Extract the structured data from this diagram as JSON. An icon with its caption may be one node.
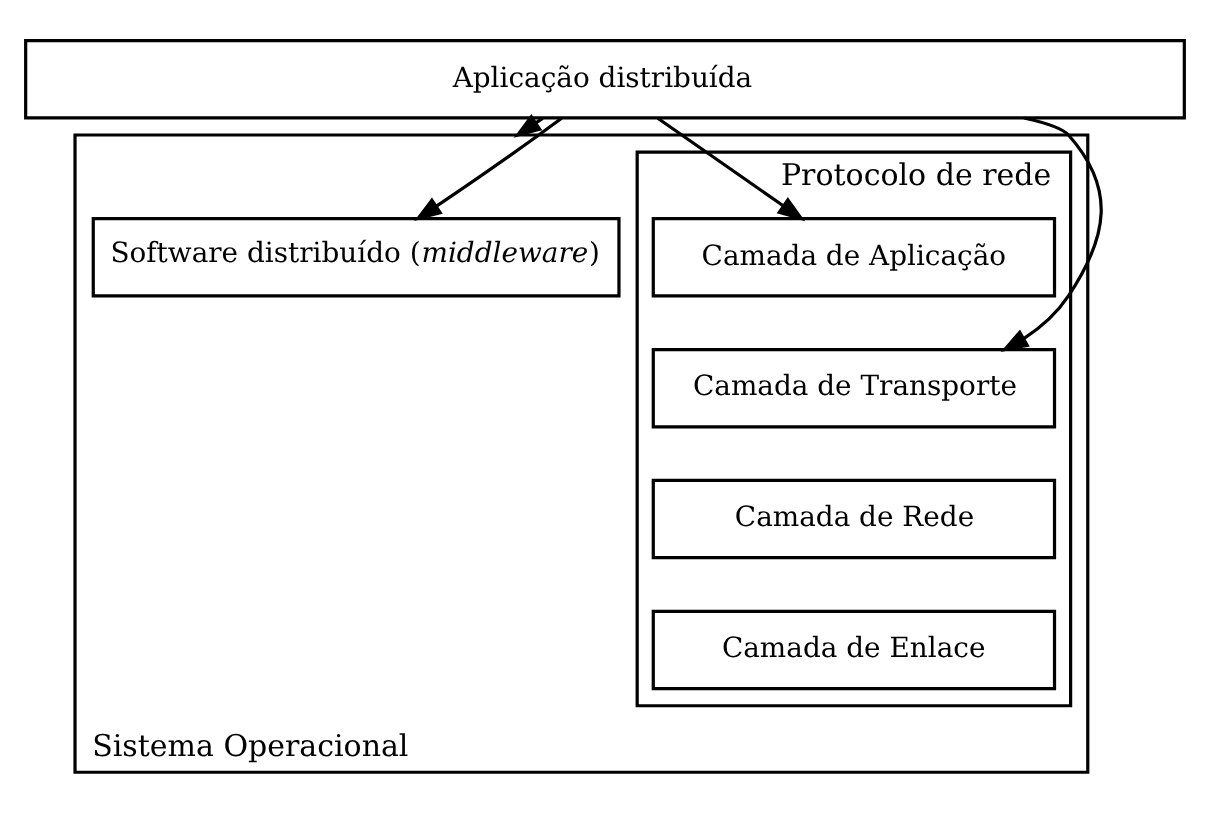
{
  "diagram": {
    "nodes": [
      {
        "text": [
          "Aplicação distribuída"
        ]
      },
      {
        "text": [
          "Sistema Operacional"
        ]
      },
      {
        "text": [
          "Software distribuído (*middleware*)"
        ],
        "in": 1
      },
      {
        "text": [
          "Protocolo de rede"
        ],
        "in": 1
      },
      {
        "text": [
          "Camada de Aplicação"
        ],
        "in": 3
      },
      {
        "text": [
          "Camada de Transporte"
        ],
        "in": 3
      },
      {
        "text": [
          "Camada de Rede"
        ],
        "in": 3
      },
      {
        "text": [
          "Camada de Enlace"
        ],
        "in": 3
      }
    ],
    "edges": [
      {
        "from": 0,
        "to": 1,
        "arrow": "to"
      },
      {
        "from": 0,
        "to": 2,
        "arrow": "to"
      },
      {
        "from": 0,
        "to": 4,
        "arrow": "to"
      },
      {
        "from": 0,
        "to": 5,
        "arrow": "to"
      }
    ]
  }
}
